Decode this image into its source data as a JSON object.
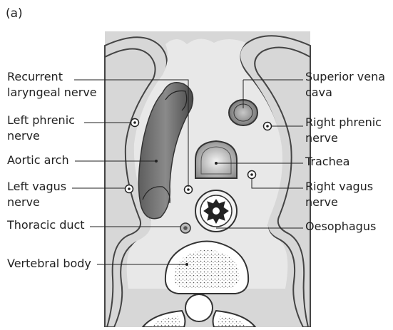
{
  "panel_label": "(a)",
  "labels": {
    "recurrent_laryngeal_nerve": "Recurrent\nlaryngeal nerve",
    "left_phrenic_nerve": "Left phrenic\nnerve",
    "aortic_arch": "Aortic arch",
    "left_vagus_nerve": "Left vagus\nnerve",
    "thoracic_duct": "Thoracic duct",
    "vertebral_body": "Vertebral body",
    "superior_vena_cava": "Superior vena\ncava",
    "right_phrenic_nerve": "Right phrenic\nnerve",
    "trachea": "Trachea",
    "right_vagus_nerve": "Right vagus\nnerve",
    "oesophagus": "Oesophagus"
  }
}
